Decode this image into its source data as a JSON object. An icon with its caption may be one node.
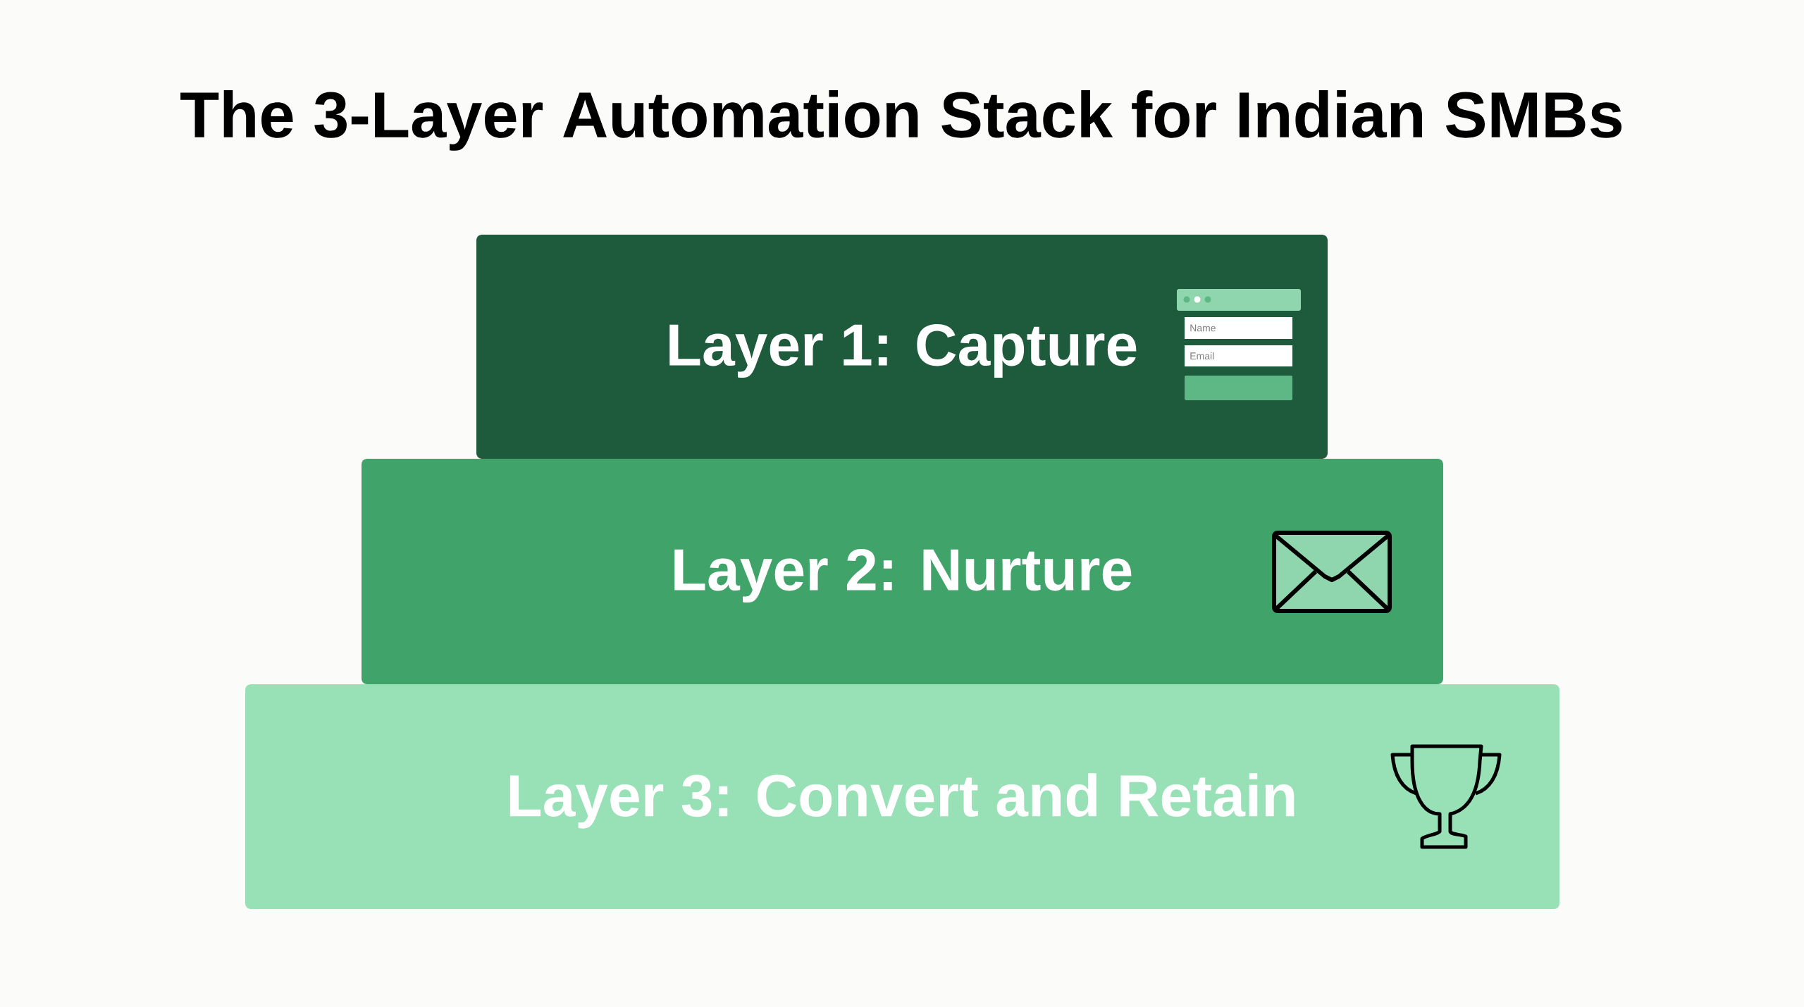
{
  "diagram": {
    "title": "The 3-Layer Automation Stack for Indian SMBs",
    "nodes": [
      {
        "text": [
          "Layer 1: Capture"
        ]
      },
      {
        "text": [
          "Layer 2: Nurture"
        ]
      },
      {
        "text": [
          "Layer 3: Convert and Retain"
        ]
      }
    ],
    "labels": [
      "Name",
      "Email"
    ]
  }
}
